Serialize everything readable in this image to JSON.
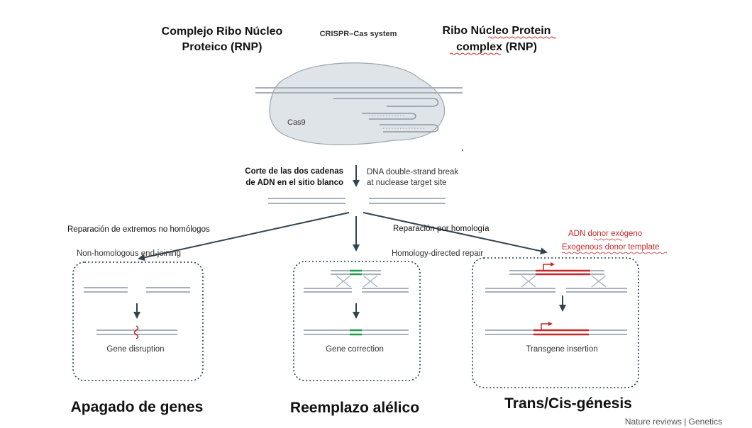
{
  "header": {
    "rnp_es_line1": "Complejo Ribo Núcleo",
    "rnp_es_line2": "Proteico (RNP)",
    "system_title": "CRISPR–Cas system",
    "rnp_en_line1": "Ribo Núcleo Protein",
    "rnp_en_line2": "complex (RNP)",
    "cas_label": "Cas9"
  },
  "break": {
    "es_line1": "Corte de las dos cadenas",
    "es_line2": "de ADN en el sitio blanco",
    "en_line1": "DNA double-strand break",
    "en_line2": "at nuclease target site"
  },
  "pathways": {
    "nhej_es": "Reparación de extremos no homólogos",
    "nhej_en": "Non-homologous end-joining",
    "hdr_es": "Reparación por homología",
    "hdr_en": "Homology-directed repair",
    "donor_es": "ADN donor exógeno",
    "donor_en": "Exogenous donor template"
  },
  "outcomes": {
    "disruption": "Gene disruption",
    "correction": "Gene correction",
    "insertion": "Transgene insertion"
  },
  "captions": {
    "left": "Apagado de genes",
    "middle": "Reemplazo alélico",
    "right": "Trans/Cis-génesis"
  },
  "credit": "Nature reviews | Genetics",
  "colors": {
    "dna": "#a7b1bb",
    "arrow": "#33444f",
    "box": "#1f3a48",
    "red": "#c62828",
    "green": "#1f9b4b",
    "cas9_fill": "#dfe4e9",
    "cas9_stroke": "#9aa5ae"
  }
}
